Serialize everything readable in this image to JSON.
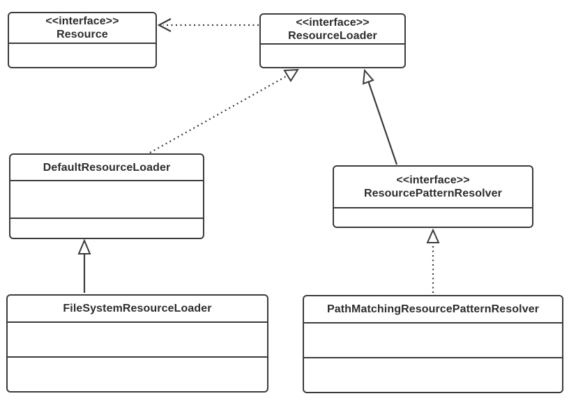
{
  "diagram": {
    "type": "uml-class-diagram",
    "colors": {
      "line": "#3b3b3b",
      "text": "#2d2d2d",
      "box_fill": "#ffffff",
      "background": "#ffffff"
    },
    "classes": [
      {
        "id": "resource",
        "stereotype": "<<interface>>",
        "name": "Resource"
      },
      {
        "id": "resource-loader",
        "stereotype": "<<interface>>",
        "name": "ResourceLoader"
      },
      {
        "id": "default-resource-loader",
        "name": "DefaultResourceLoader"
      },
      {
        "id": "resource-pattern-resolver",
        "stereotype": "<<interface>>",
        "name": "ResourcePatternResolver"
      },
      {
        "id": "file-system-resource-loader",
        "name": "FileSystemResourceLoader"
      },
      {
        "id": "path-matching-resource-pattern-resolver",
        "name": "PathMatchingResourcePatternResolver"
      }
    ],
    "relationships": [
      {
        "from": "ResourceLoader",
        "to": "Resource",
        "type": "dependency",
        "line": "dotted",
        "arrowhead": "open"
      },
      {
        "from": "DefaultResourceLoader",
        "to": "ResourceLoader",
        "type": "realization",
        "line": "dotted",
        "arrowhead": "hollow-triangle"
      },
      {
        "from": "ResourcePatternResolver",
        "to": "ResourceLoader",
        "type": "generalization",
        "line": "solid",
        "arrowhead": "hollow-triangle"
      },
      {
        "from": "FileSystemResourceLoader",
        "to": "DefaultResourceLoader",
        "type": "generalization",
        "line": "solid",
        "arrowhead": "hollow-triangle"
      },
      {
        "from": "PathMatchingResourcePatternResolver",
        "to": "ResourcePatternResolver",
        "type": "realization",
        "line": "dotted",
        "arrowhead": "hollow-triangle"
      }
    ]
  }
}
